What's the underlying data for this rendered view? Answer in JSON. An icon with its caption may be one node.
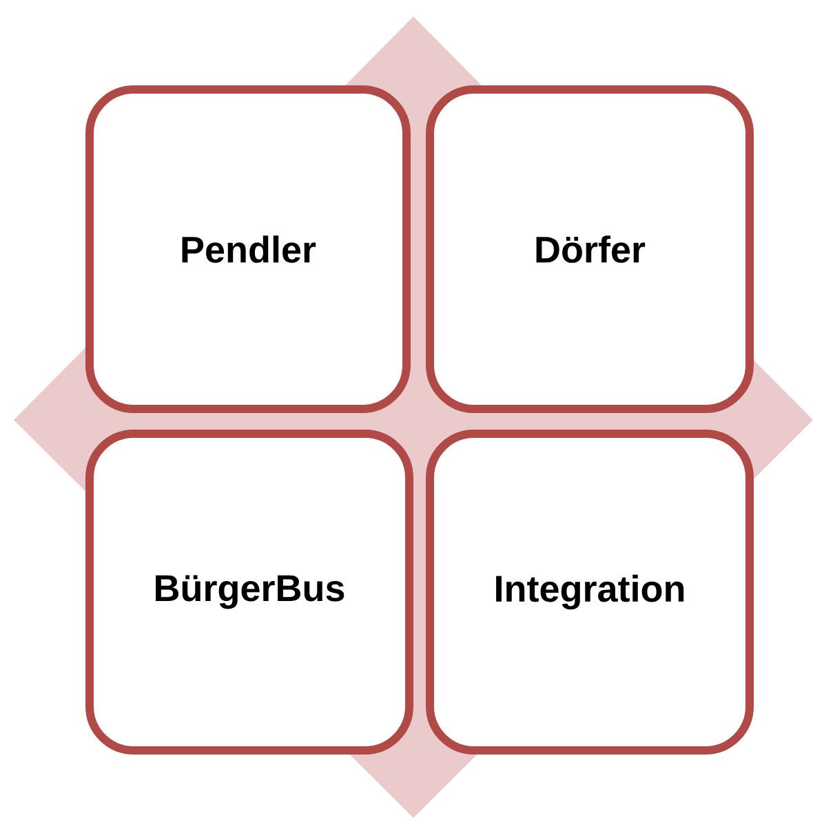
{
  "diagram": {
    "nodes": [
      {
        "text": [
          "Pendler"
        ]
      },
      {
        "text": [
          "Dörfer"
        ]
      },
      {
        "text": [
          "BürgerBus"
        ]
      },
      {
        "text": [
          "Integration"
        ]
      }
    ]
  }
}
